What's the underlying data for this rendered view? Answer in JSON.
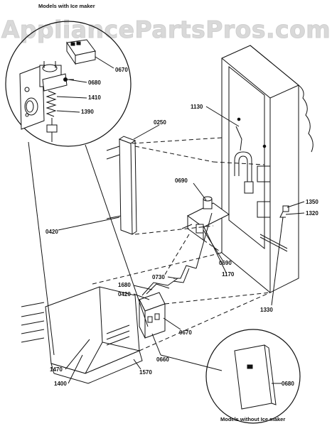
{
  "watermark": "AppliancePartsPros.com",
  "captions": {
    "with_ice_maker": "Models with Ice maker",
    "without_ice_maker": "Models without Ice maker"
  },
  "part_labels": {
    "p0670_top": "0670",
    "p0680_top": "0680",
    "p1410": "1410",
    "p1390": "1390",
    "p0250": "0250",
    "p1130": "1130",
    "p0690_upper": "0690",
    "p0420_mid": "0420",
    "p1350": "1350",
    "p1320": "1320",
    "p0690_lower": "0690",
    "p1170": "1170",
    "p0730": "0730",
    "p1680": "1680",
    "p0420_low": "0420",
    "p1330": "1330",
    "p0670_low": "0670",
    "p0660": "0660",
    "p1470": "1470",
    "p1570": "1570",
    "p1400": "1400",
    "p0680_bottom": "0680"
  }
}
